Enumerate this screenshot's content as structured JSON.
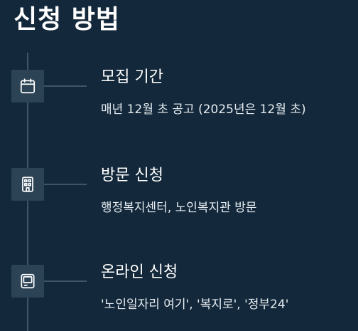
{
  "page": {
    "title": "신청 방법"
  },
  "steps": [
    {
      "icon": "calendar-icon",
      "title": "모집 기간",
      "description": "매년 12월 초 공고 (2025년은 12월 초)"
    },
    {
      "icon": "building-icon",
      "title": "방문 신청",
      "description": "행정복지센터, 노인복지관 방문"
    },
    {
      "icon": "computer-icon",
      "title": "온라인 신청",
      "description": "'노인일자리 여기', '복지로', '정부24'"
    }
  ],
  "colors": {
    "background": "#13283a",
    "icon_box": "#2b4354",
    "timeline": "#3f5566",
    "text": "#ffffff"
  }
}
